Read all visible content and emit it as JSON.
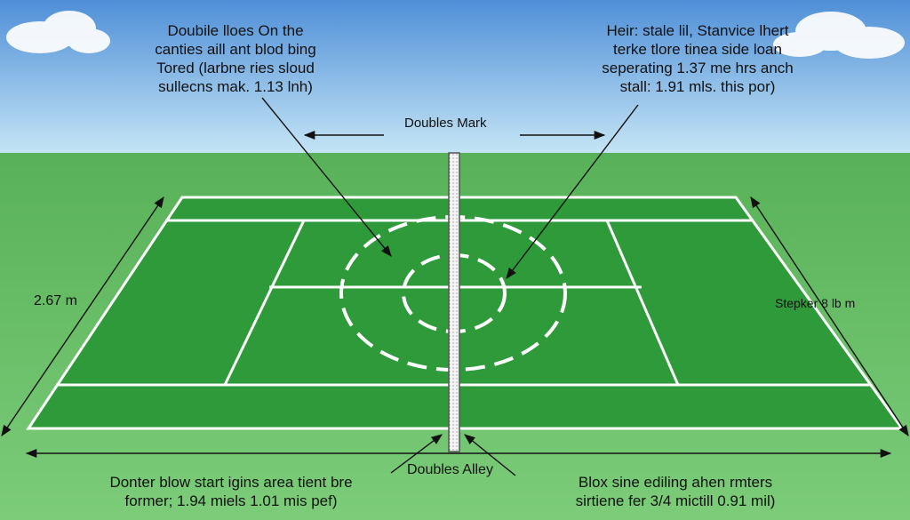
{
  "annotations": {
    "top_left": [
      "Doubile lloes On the",
      "canties aill ant blod bing",
      "Tored (larbne ries sloud",
      "sullecns mak. 1.13 lnh)"
    ],
    "top_right": [
      "Heir: stale lil, Stanvice lhert",
      "terke tlore tinea side loan",
      "seperating 1.37 me hrs anch",
      "stall: 1.91 mls. this por)"
    ],
    "bottom_left": [
      "Donter blow start igins area tient bre",
      "former; 1.94 miels 1.01 mis pef)"
    ],
    "bottom_right": [
      "Blox sine ediling ahen rmters",
      "sirtiene fer 3/4 mictill 0.91 mil)"
    ]
  },
  "labels": {
    "doubles_mark": "Doubles Mark",
    "left_dimension": "2.67 m",
    "right_dimension": "Stepker 8 lb m",
    "doubles_alley": "Doubles Alley"
  },
  "colors": {
    "sky_top": "#4f8fd8",
    "sky_bottom": "#c6e6f5",
    "grass": "#6cbf6a",
    "court": "#2e9a3a",
    "lines": "#ffffff",
    "arrows": "#111111"
  }
}
